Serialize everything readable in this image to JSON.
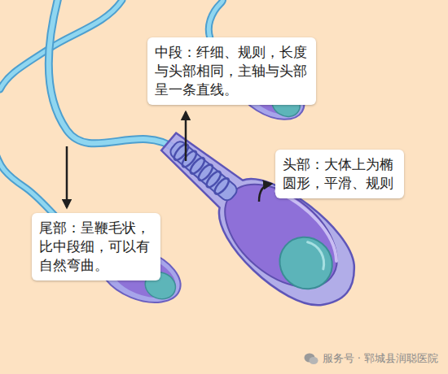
{
  "diagram": {
    "nodes": [
      {
        "text": [
          "中段：纤细、规则，长度与头部相同，主轴与头部呈一条直线。"
        ]
      },
      {
        "text": [
          "头部：大体上为椭圆形，平滑、规则"
        ]
      },
      {
        "text": [
          "尾部：呈鞭毛状，比中段细，可以有自然弯曲。"
        ]
      }
    ],
    "labels": [
      "服务号 · 郓城县润聪医院"
    ]
  }
}
